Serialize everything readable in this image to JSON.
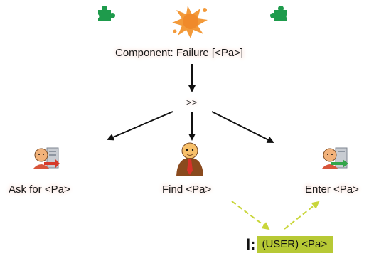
{
  "root": {
    "label": "Component: Failure [<Pa>]",
    "icon": "splat-icon"
  },
  "decorations": {
    "left_icon": "puzzle-piece-icon",
    "right_icon": "puzzle-piece-icon",
    "color": "#1e9b4c"
  },
  "sequence": {
    "label": ">>"
  },
  "children": [
    {
      "label": "Ask for <Pa>",
      "icon": "ask-user-form-icon"
    },
    {
      "label": "Find <Pa>",
      "icon": "person-with-tie-icon"
    },
    {
      "label": "Enter <Pa>",
      "icon": "enter-form-icon"
    }
  ],
  "user_box": {
    "marker": "I:",
    "label": "(USER) <Pa>",
    "color": "#b7c935"
  },
  "colors": {
    "splat": "#f39a3a",
    "glow": "#f3d2c8",
    "edge": "#111111",
    "user_edge": "#c9d63a"
  }
}
